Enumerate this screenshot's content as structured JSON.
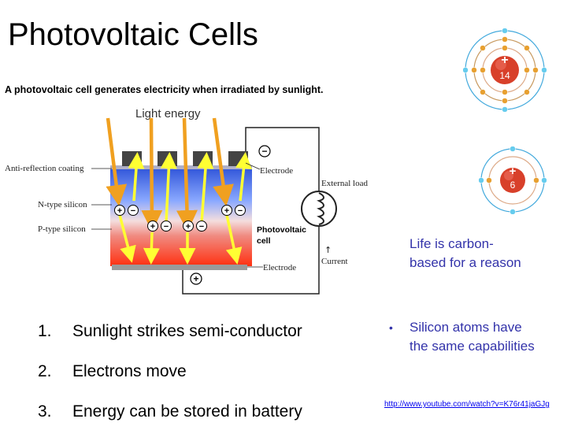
{
  "slide": {
    "title": "Photovoltaic Cells"
  },
  "diagram": {
    "caption": "A photovoltaic cell generates electricity when irradiated by sunlight.",
    "light_label": "Light energy",
    "anti_reflection": "Anti-reflection coating",
    "n_type": "N-type silicon",
    "p_type": "P-type silicon",
    "electrode_top": "Electrode",
    "electrode_bottom": "Electrode",
    "external_load": "External load",
    "current_arrow": "↑",
    "current": "Current",
    "cell_label_1": "Photovoltaic",
    "cell_label_2": "cell",
    "plus_sign": "+",
    "minus_sign": "−"
  },
  "atoms": {
    "silicon": {
      "charge_sign": "+",
      "number": "14"
    },
    "carbon": {
      "charge_sign": "+",
      "number": "6"
    }
  },
  "notes": {
    "carbon": "Life is carbon-based for a reason",
    "bullet": "•",
    "silicon": "Silicon atoms have the same capabilities"
  },
  "steps": [
    {
      "num": "1.",
      "text": "Sunlight strikes semi-conductor"
    },
    {
      "num": "2.",
      "text": "Electrons move"
    },
    {
      "num": "3.",
      "text": "Energy can be stored in battery"
    }
  ],
  "link": "http://www.youtube.com/watch?v=K76r41jaGJg",
  "colors": {
    "arrow_orange": "#f0a020",
    "arrow_yellow": "#ffff33",
    "nucleus_red": "#d8402a",
    "orbit_blue": "#44aadd",
    "note_text": "#3333aa",
    "link": "#0000ee"
  }
}
